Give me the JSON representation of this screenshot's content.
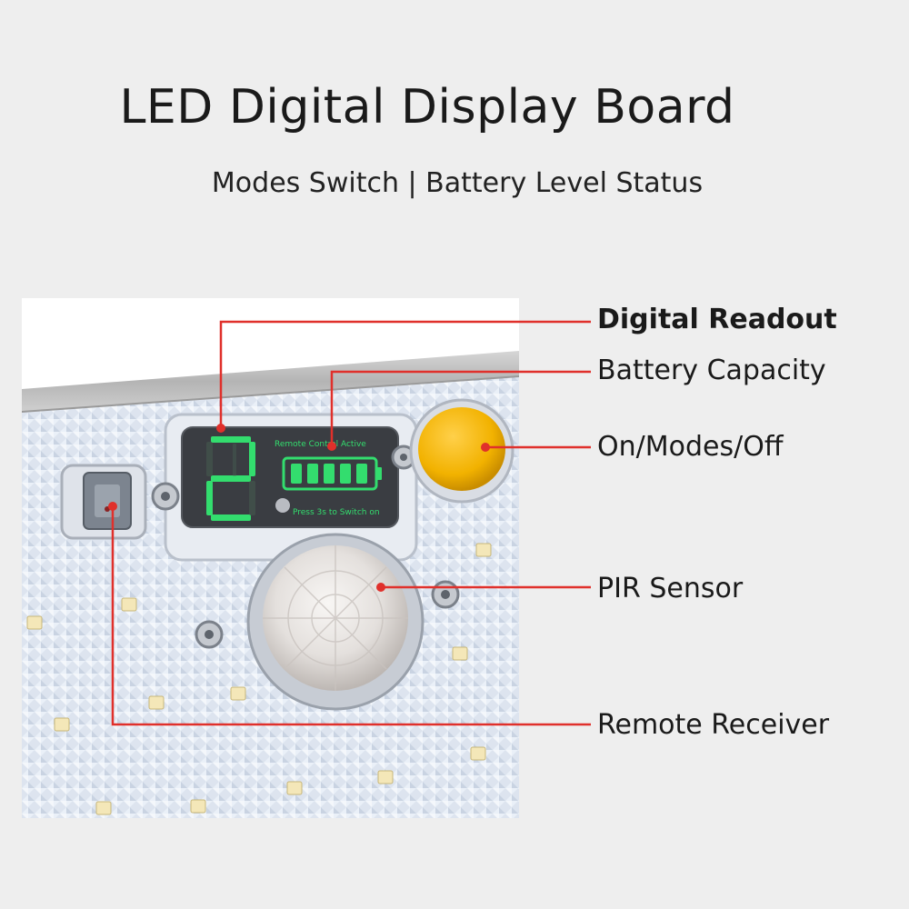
{
  "header": {
    "title": "LED Digital Display Board",
    "subtitle": "Modes Switch | Battery Level Status"
  },
  "display_panel": {
    "digit": "2",
    "status_text": "Remote Control Active",
    "hint_text": "Press 3s to Switch on",
    "battery_segments": 5
  },
  "callouts": {
    "digital_readout": "Digital Readout",
    "battery_capacity": "Battery Capacity",
    "power_button": "On/Modes/Off",
    "pir_sensor": "PIR Sensor",
    "remote_receiver": "Remote Receiver"
  },
  "colors": {
    "leader_line": "#e0302b",
    "display_green": "#33dd6e",
    "button_amber": "#f2b200"
  }
}
